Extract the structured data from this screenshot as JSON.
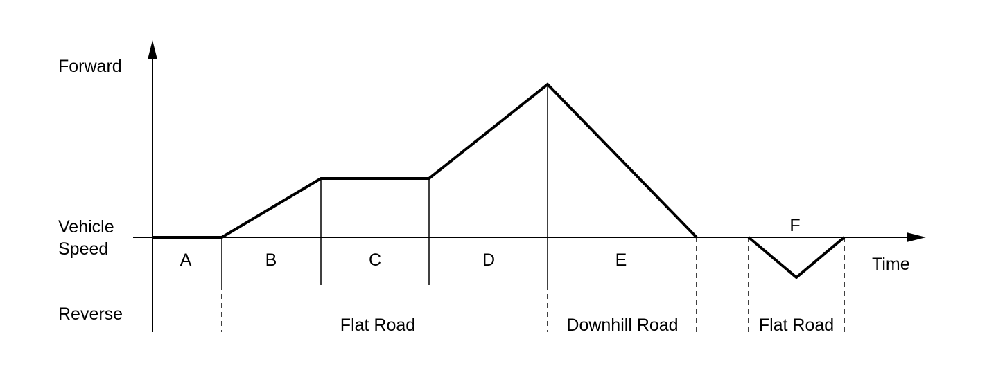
{
  "axes": {
    "y_top_label": "Forward",
    "y_mid_label_line1": "Vehicle",
    "y_mid_label_line2": "Speed",
    "y_bottom_label": "Reverse",
    "x_label": "Time"
  },
  "phases": [
    "A",
    "B",
    "C",
    "D",
    "E",
    "F"
  ],
  "road_segments": [
    "Flat Road",
    "Downhill Road",
    "Flat Road"
  ],
  "colors": {
    "ink": "#000000",
    "background": "#ffffff"
  }
}
